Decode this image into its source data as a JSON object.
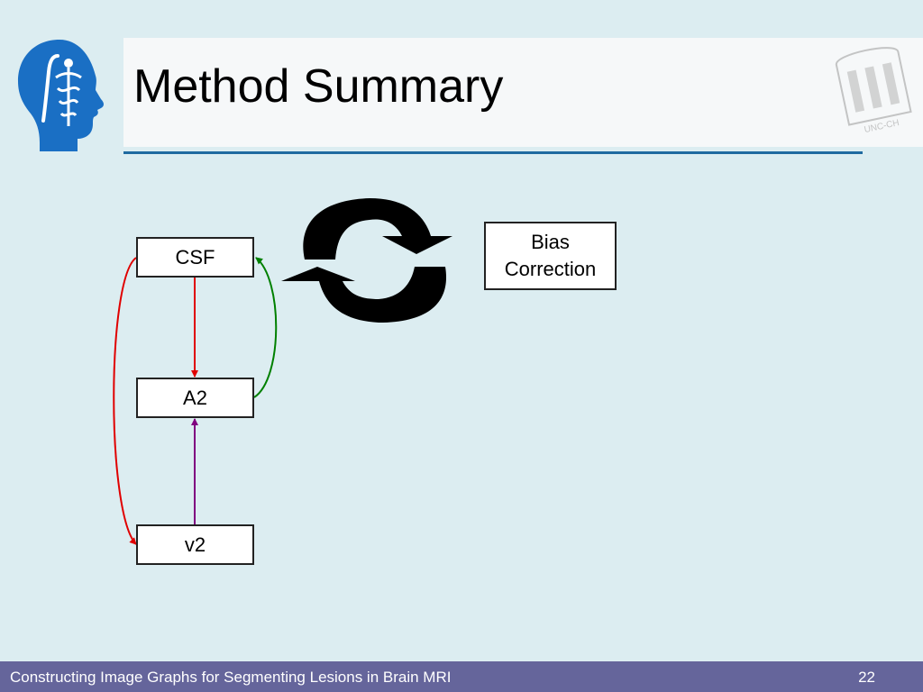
{
  "slide": {
    "title": "Method Summary",
    "footer_text": "Constructing Image Graphs for Segmenting Lesions in Brain MRI",
    "page_number": "22"
  },
  "logos": {
    "left": "slicer-head-logo",
    "right": "unc-chapel-hill-logo",
    "right_text": "UNC-CH"
  },
  "diagram": {
    "nodes": [
      {
        "id": "csf",
        "label": "CSF"
      },
      {
        "id": "a2",
        "label": "A2"
      },
      {
        "id": "v2",
        "label": "v2"
      },
      {
        "id": "bias",
        "label": "Bias\nCorrection"
      }
    ],
    "edges": [
      {
        "from": "csf",
        "to": "a2",
        "color": "#e00000"
      },
      {
        "from": "csf",
        "to": "v2",
        "color": "#e00000"
      },
      {
        "from": "a2",
        "to": "csf",
        "color": "#008000"
      },
      {
        "from": "v2",
        "to": "a2",
        "color": "#800080"
      }
    ],
    "cycle_symbol": "refresh-cycle-icon"
  },
  "colors": {
    "background": "#dcedf1",
    "title_rule": "#1f6aa0",
    "footer_bg": "#65659b",
    "logo_blue": "#1a6fc4"
  }
}
